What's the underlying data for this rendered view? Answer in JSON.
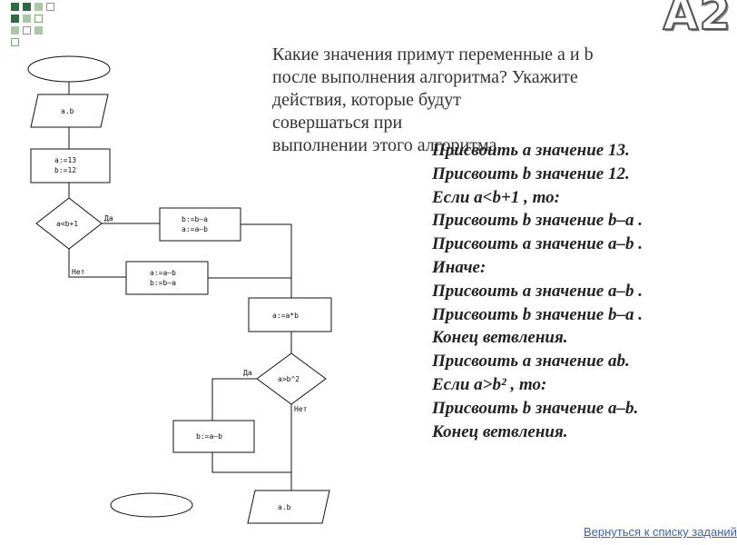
{
  "slide": {
    "badge": "А2",
    "question": "Какие значения примут переменные а и b\nпосле выполнения алгоритма? Укажите\nдействия, которые будут\nсовершаться при\nвыполнении этого алгоритма.",
    "answer_lines": [
      "Присвоить а значение 13.",
      "Присвоить b значение 12.",
      "Если a<b+1 , то:",
      "Присвоить b значение b–a .",
      "Присвоить а значение а–b .",
      "Иначе:",
      "Присвоить      а значение а–b .",
      "Присвоить b значение b–a .",
      "Конец ветвления.",
      "Присвоить а значение аb.",
      "Если a>b² , то:",
      "Присвоить b значение а–b.",
      "Конец ветвления."
    ],
    "return_link": "Вернуться к списку заданий"
  },
  "flowchart": {
    "input_block": "a.b",
    "init_lines": [
      "a:=13",
      "b:=12"
    ],
    "condition1": "a<b+1",
    "yes_label": "Да",
    "no_label": "Нет",
    "yes_lines": [
      "b:=b–a",
      "a:=a–b"
    ],
    "no_lines": [
      "a:=a–b",
      "b:=b–a"
    ],
    "multiply": "a:=a*b",
    "condition2": "a>b^2",
    "branch2": "b:=a–b",
    "output_block": "a.b"
  },
  "colors": {
    "accent_dark": "#2f6b3c",
    "accent_light": "#a9c8a3",
    "link": "#3d62ad"
  }
}
